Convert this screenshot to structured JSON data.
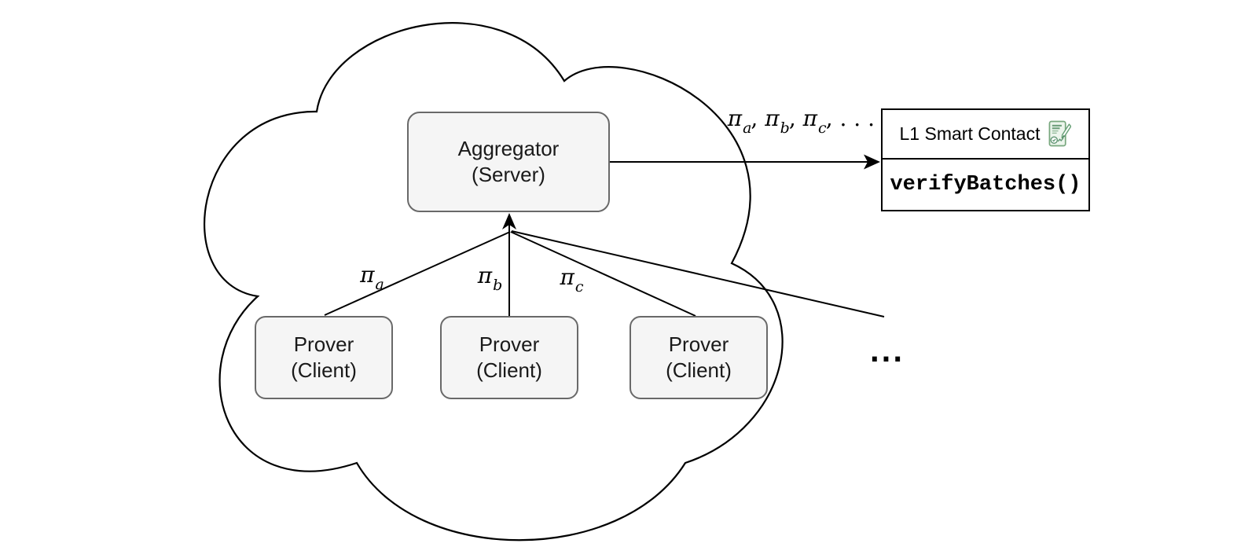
{
  "diagram": {
    "kind": "cloud-architecture-diagram",
    "colors": {
      "background": "#FFFFFF",
      "node_fill": "#F5F5F5",
      "node_border": "#696969",
      "node_text": "#1A1A1A",
      "contract_border": "#000000",
      "edge_line": "#000000",
      "icon_stroke_green": "#6FA07C",
      "icon_fill_green": "#ECF5EC"
    },
    "nodes": {
      "aggregator": {
        "line1": "Aggregator",
        "line2": "(Server)"
      },
      "provers": [
        {
          "line1": "Prover",
          "line2": "(Client)"
        },
        {
          "line1": "Prover",
          "line2": "(Client)"
        },
        {
          "line1": "Prover",
          "line2": "(Client)"
        }
      ],
      "contract": {
        "title": "L1 Smart Contact",
        "method": "verifyBatches()",
        "icon": "smart-contract-icon"
      }
    },
    "labels": {
      "pi": "π",
      "proof_subs": [
        "a",
        "b",
        "c"
      ],
      "batch": {
        "sep": ", ",
        "tail": ", . . ."
      },
      "ellipsis": "..."
    }
  }
}
